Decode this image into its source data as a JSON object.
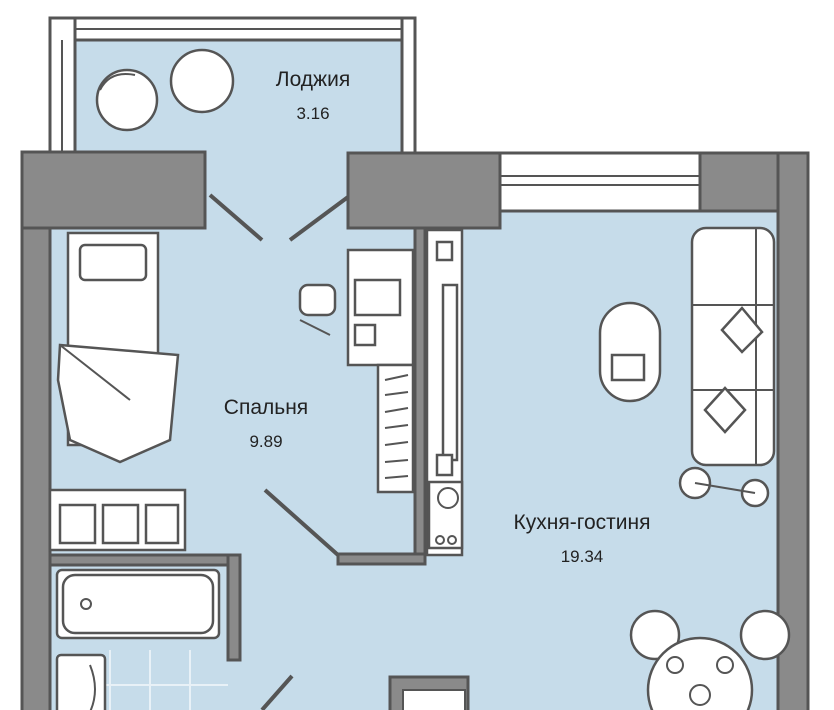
{
  "rooms": [
    {
      "name": "Лоджия",
      "area": "3.16"
    },
    {
      "name": "Спальня",
      "area": "9.89"
    },
    {
      "name": "Кухня-гостиня",
      "area": "19.34"
    }
  ],
  "colors": {
    "floor": "#c6dcea",
    "wall": "#8a8a8a",
    "outline": "#555555"
  }
}
